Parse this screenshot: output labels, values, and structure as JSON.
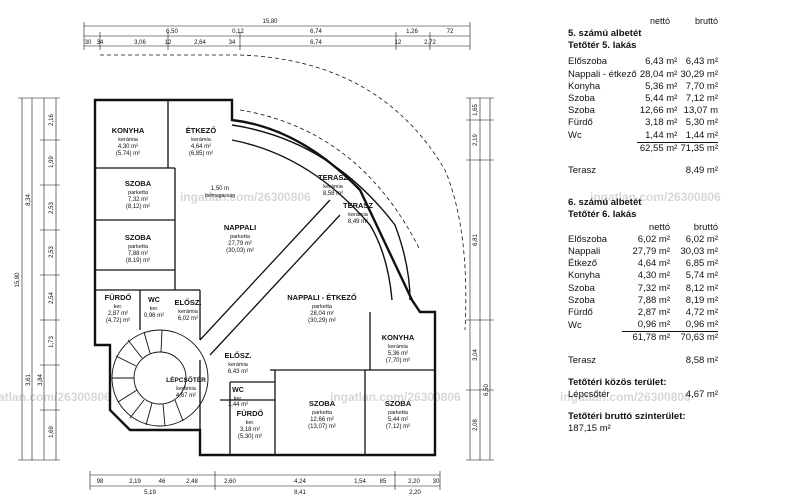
{
  "dimensions": {
    "top_total": "15,80",
    "top_row1": [
      "6,50",
      "0,12",
      "6,74",
      "1,26",
      "72"
    ],
    "top_row2": [
      "30",
      "34",
      "3,06",
      "12",
      "2,64",
      "34",
      "6,74",
      "12",
      "2,72"
    ],
    "bottom_row1": [
      "98",
      "2,19",
      "46",
      "2,48",
      "2,60",
      "4,24",
      "1,54",
      "85",
      "2,20",
      "30"
    ],
    "bottom_row2": [
      "5,19",
      "8,41",
      "2,20"
    ],
    "left_total": "15,80",
    "left_segments": [
      "2,16",
      "1,99",
      "2,53",
      "2,53",
      "2,54",
      "1,73",
      "1,69"
    ],
    "left_outer": [
      "8,34",
      "3,61",
      "3,84"
    ],
    "right_segments": [
      "1,65",
      "2,19",
      "6,81",
      "3,04",
      "2,08"
    ],
    "right_outer": [
      "6,50"
    ]
  },
  "rooms": [
    {
      "name": "KONYHA",
      "floor": "kerámia",
      "area": "4,30 m²",
      "gross": "(5,74) m²"
    },
    {
      "name": "ÉTKEZŐ",
      "floor": "kerámia",
      "area": "4,64 m²",
      "gross": "(6,85) m²"
    },
    {
      "name": "SZOBA",
      "floor": "parketta",
      "area": "7,32 m²",
      "gross": "(8,12) m²"
    },
    {
      "name": "SZOBA",
      "floor": "parketta",
      "area": "7,88 m²",
      "gross": "(8,19) m²"
    },
    {
      "name": "FÜRDŐ",
      "floor": "ker.",
      "area": "2,87 m²",
      "gross": "(4,72) m²"
    },
    {
      "name": "WC",
      "floor": "ker.",
      "area": "0,96 m²",
      "gross": ""
    },
    {
      "name": "ELŐSZ.",
      "floor": "kerámia",
      "area": "6,02 m²",
      "gross": ""
    },
    {
      "name": "NAPPALI",
      "floor": "parketta",
      "area": "27,79 m²",
      "gross": "(30,03) m²"
    },
    {
      "name": "TERASZ",
      "floor": "kerámia",
      "area": "8,58 m²",
      "gross": ""
    },
    {
      "name": "TERASZ",
      "floor": "kerámia",
      "area": "8,49 m²",
      "gross": ""
    },
    {
      "name": "NAPPALI - ÉTKEZŐ",
      "floor": "parketta",
      "area": "28,04 m²",
      "gross": "(30,29) m²"
    },
    {
      "name": "KONYHA",
      "floor": "kerámia",
      "area": "5,36 m²",
      "gross": "(7,70) m²"
    },
    {
      "name": "ELŐSZ.",
      "floor": "kerámia",
      "area": "6,43 m²",
      "gross": ""
    },
    {
      "name": "LÉPCSŐTÉR",
      "floor": "kerámia",
      "area": "4,67 m²",
      "gross": ""
    },
    {
      "name": "WC",
      "floor": "ker.",
      "area": "1,44 m²",
      "gross": ""
    },
    {
      "name": "FÜRDŐ",
      "floor": "ker.",
      "area": "3,18 m²",
      "gross": "(5,30) m²"
    },
    {
      "name": "SZOBA",
      "floor": "parketta",
      "area": "12,66 m²",
      "gross": "(13,07) m²"
    },
    {
      "name": "SZOBA",
      "floor": "parketta",
      "area": "5,44 m²",
      "gross": "(7,12) m²"
    }
  ],
  "notes": {
    "belmagassag": "1,50 m",
    "belmagassag_label": "belmagasság"
  },
  "unit5": {
    "title1": "5. számú albetét",
    "title2": "Tetőtér 5. lakás",
    "rows": [
      {
        "label": "Előszoba",
        "net": "6,43 m²",
        "gross": "6,43 m²"
      },
      {
        "label": "Nappali - étkező",
        "net": "28,04 m²",
        "gross": "30,29 m²"
      },
      {
        "label": "Konyha",
        "net": "5,36 m²",
        "gross": "7,70 m²"
      },
      {
        "label": "Szoba",
        "net": "5,44 m²",
        "gross": "7,12 m²"
      },
      {
        "label": "Szoba",
        "net": "12,66 m²",
        "gross": "13,07 m"
      },
      {
        "label": "Fürdő",
        "net": "3,18 m²",
        "gross": "5,30 m²"
      },
      {
        "label": "Wc",
        "net": "1,44 m²",
        "gross": "1,44 m²"
      }
    ],
    "total_net": "62,55 m²",
    "total_gross": "71,35 m²",
    "terrace_label": "Terasz",
    "terrace_value": "8,49 m²"
  },
  "unit6": {
    "title1": "6. számú albetét",
    "title2": "Tetőtér 6. lakás",
    "col_net": "nettó",
    "col_gross": "bruttó",
    "rows": [
      {
        "label": "Előszoba",
        "net": "6,02 m²",
        "gross": "6,02 m²"
      },
      {
        "label": "Nappali",
        "net": "27,79 m²",
        "gross": "30,03 m²"
      },
      {
        "label": "Étkező",
        "net": "4,64 m²",
        "gross": "6,85 m²"
      },
      {
        "label": "Konyha",
        "net": "4,30 m²",
        "gross": "5,74 m²"
      },
      {
        "label": "Szoba",
        "net": "7,32 m²",
        "gross": "8,12 m²"
      },
      {
        "label": "Szoba",
        "net": "7,88 m²",
        "gross": "8,19 m²"
      },
      {
        "label": "Fürdő",
        "net": "2,87 m²",
        "gross": "4,72 m²"
      },
      {
        "label": "Wc",
        "net": "0,96 m²",
        "gross": "0,96 m²"
      }
    ],
    "total_net": "61,78 m²",
    "total_gross": "70,63 m²",
    "terrace_label": "Terasz",
    "terrace_value": "8,58 m²"
  },
  "common": {
    "title": "Tetőtéri közös terület:",
    "label": "Lépcsőtér",
    "value": "4,67 m²"
  },
  "gross_total": {
    "title": "Tetőtéri bruttó szinterület:",
    "value": "187,15 m²"
  },
  "col_headers": {
    "net": "nettó",
    "gross": "bruttó"
  },
  "watermark": "ingatlan.com/26300806",
  "colors": {
    "line": "#111111",
    "wall_fill": "#ffffff",
    "watermark": "#cccccc"
  }
}
